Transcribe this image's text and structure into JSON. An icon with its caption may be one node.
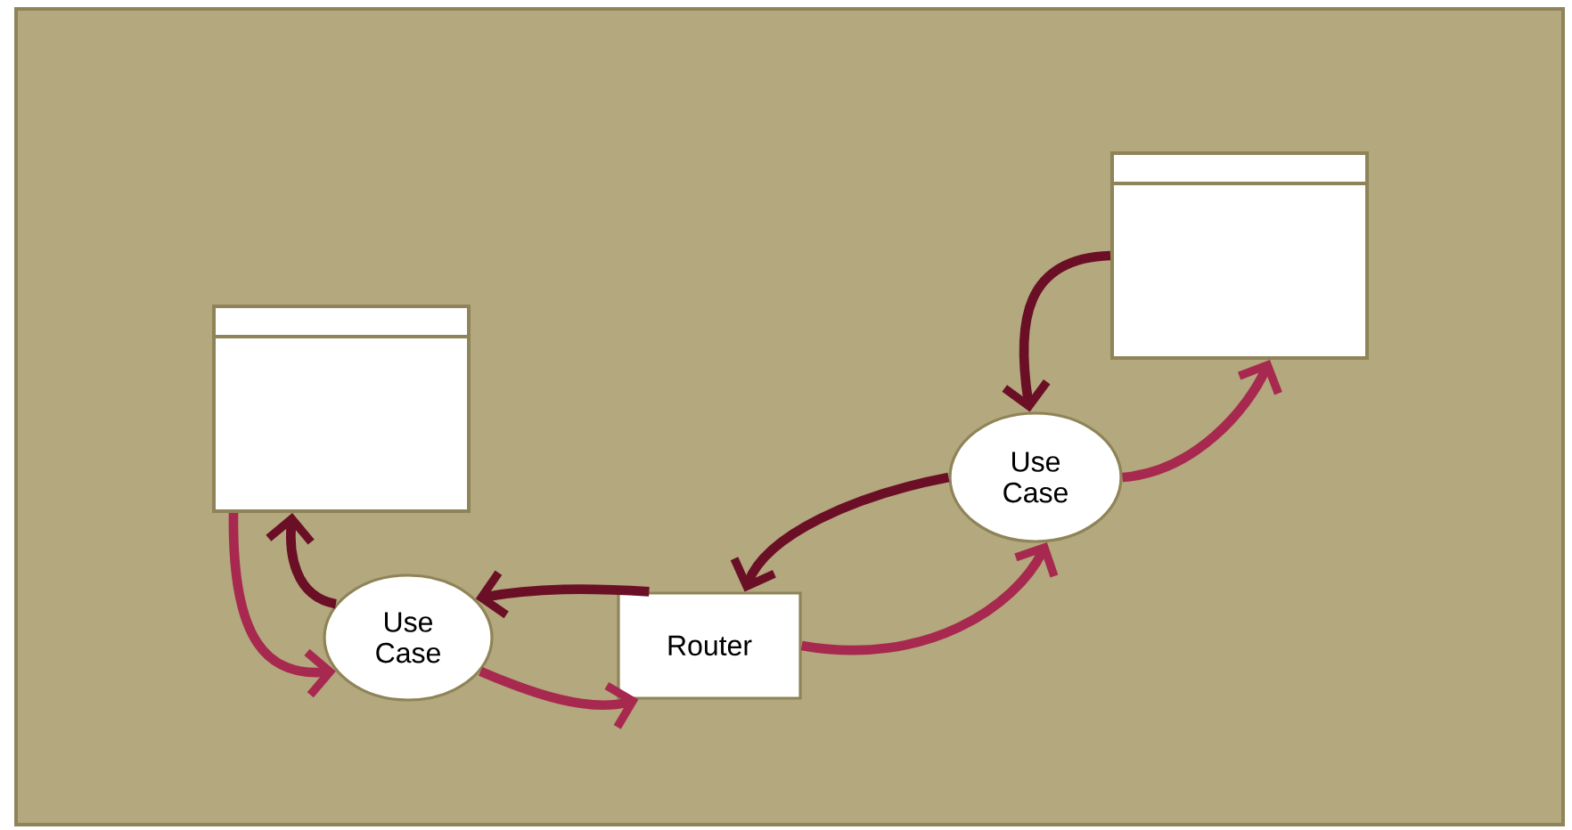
{
  "diagram": {
    "nodes": [
      {
        "text": [],
        "shape": "box"
      },
      {
        "text": [
          "Use Case"
        ]
      },
      {
        "text": [
          "Router"
        ]
      },
      {
        "text": [
          "Use Case"
        ]
      },
      {
        "text": [],
        "shape": "box"
      }
    ],
    "edges": [
      {
        "from": 0,
        "to": 1,
        "arrow": "to"
      },
      {
        "from": 1,
        "to": 0,
        "arrow": "to",
        "color": "#6b0f27"
      },
      {
        "from": 1,
        "to": 2,
        "arrow": "to"
      },
      {
        "from": 2,
        "to": 1,
        "arrow": "to",
        "color": "#6b0f27"
      },
      {
        "from": 2,
        "to": 3,
        "arrow": "to"
      },
      {
        "from": 3,
        "to": 2,
        "arrow": "to",
        "color": "#6b0f27"
      },
      {
        "from": 3,
        "to": 4,
        "arrow": "to"
      },
      {
        "from": 4,
        "to": 3,
        "arrow": "to",
        "color": "#6b0f27"
      }
    ]
  }
}
